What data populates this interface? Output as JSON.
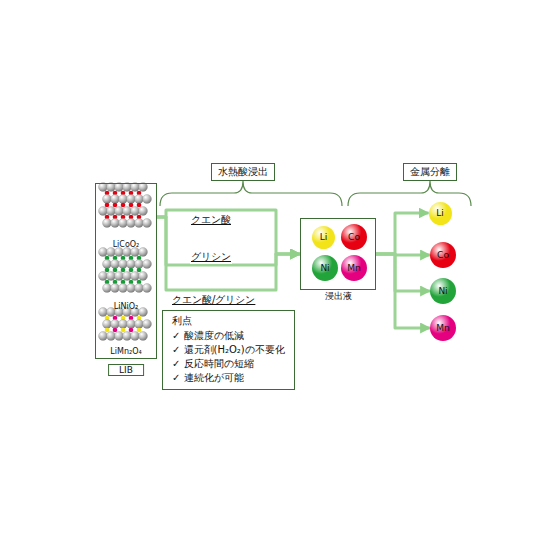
{
  "diagram": {
    "nodes": [
      {
        "text": [
          "LiCoO₂",
          "LiNiO₂",
          "LiMn₂O₄",
          "LIB"
        ]
      },
      {
        "text": [
          "水熱酸浸出"
        ]
      },
      {
        "text": [
          "浸出液"
        ]
      },
      {
        "text": [
          "Li"
        ],
        "in": 2
      },
      {
        "text": [
          "Co"
        ],
        "in": 2
      },
      {
        "text": [
          "Ni"
        ],
        "in": 2
      },
      {
        "text": [
          "Mn"
        ],
        "in": 2
      },
      {
        "text": [
          "金属分離"
        ]
      },
      {
        "text": [
          "Li"
        ]
      },
      {
        "text": [
          "Co"
        ]
      },
      {
        "text": [
          "Ni"
        ]
      },
      {
        "text": [
          "Mn"
        ]
      },
      {
        "text": [
          "利点",
          "✓ 酸濃度の低減",
          "✓ 還元剤(H₂O₂)の不要化",
          "✓ 反応時間の短縮",
          "✓ 連続化が可能"
        ]
      }
    ],
    "edges": [
      {
        "from": 0,
        "to": 2,
        "arrow": "to",
        "label": "クエン酸"
      },
      {
        "from": 0,
        "to": 2,
        "arrow": "to",
        "label": "グリシン"
      },
      {
        "from": 0,
        "to": 2,
        "arrow": "to",
        "label": "クエン酸/グリシン"
      },
      {
        "from": 2,
        "to": 8,
        "arrow": "to"
      },
      {
        "from": 2,
        "to": 9,
        "arrow": "to"
      },
      {
        "from": 2,
        "to": 10,
        "arrow": "to"
      },
      {
        "from": 2,
        "to": 11,
        "arrow": "to"
      }
    ]
  }
}
